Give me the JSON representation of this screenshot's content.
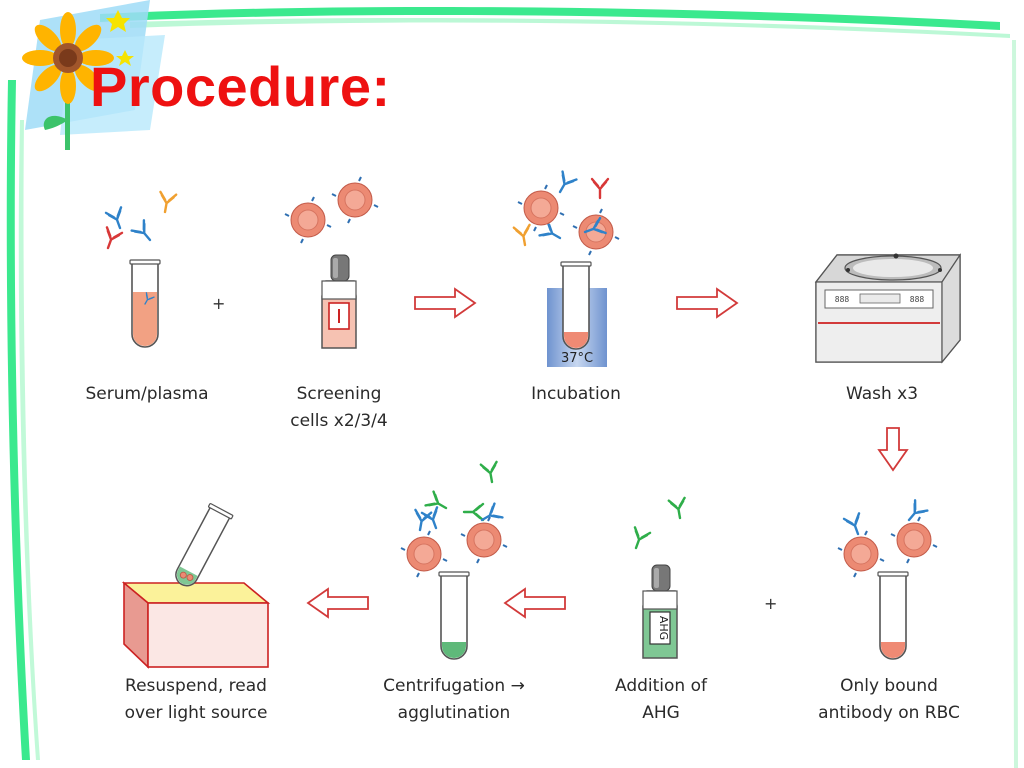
{
  "slide": {
    "title": "Procedure:",
    "title_color": "#ee1111"
  },
  "colors": {
    "border_green": "#00e46a",
    "arrow_red": "#d23a3a",
    "rbc_fill": "#f08f78",
    "serum_fill": "#f2a183",
    "ahg_green": "#5fb97a",
    "bath_blue": "#9fb8e0"
  },
  "steps": {
    "serum": {
      "line1": "Serum/plasma"
    },
    "screening": {
      "line1": "Screening",
      "line2": "cells x2/3/4"
    },
    "incubation": {
      "line1": "Incubation",
      "temp": "37°C"
    },
    "wash": {
      "line1": "Wash x3"
    },
    "bound": {
      "line1": "Only bound",
      "line2": "antibody on RBC"
    },
    "ahg": {
      "line1": "Addition of",
      "line2": "AHG",
      "vial_label": "AHG"
    },
    "centrifugation": {
      "line1": "Centrifugation →",
      "line2": "agglutination"
    },
    "resuspend": {
      "line1": "Resuspend, read",
      "line2": "over light source"
    }
  },
  "symbols": {
    "plus_top": "+",
    "plus_bottom": "+"
  }
}
